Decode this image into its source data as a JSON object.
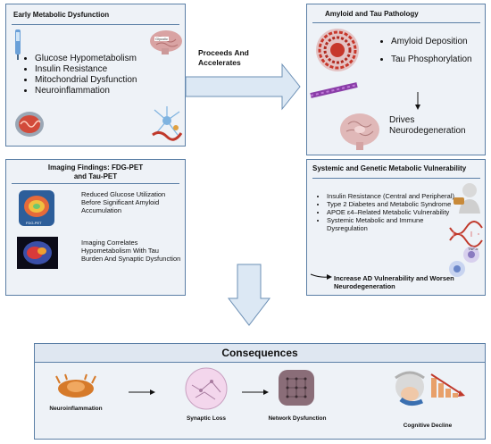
{
  "early": {
    "title": "Early Metabolic Dysfunction",
    "brain_label": "Glycolic",
    "items": [
      "Glucose Hypometabolism",
      "Insulin Resistance",
      "Mitochondrial Dysfunction",
      "Neuroinflammation"
    ]
  },
  "connector": {
    "label": "Proceeds And Accelerates"
  },
  "amyloid": {
    "title": "Amyloid and Tau Pathology",
    "items": [
      "Amyloid Deposition",
      "Tau Phosphorylation"
    ],
    "outcome": "Drives Neurodegeneration"
  },
  "imaging": {
    "title": "Imaging Findings: FDG-PET and Tau-PET",
    "finding1": "Reduced Glucose Utilization Before Significant Amyloid Accumulation",
    "finding2": "Imaging Correlates Hypometabolism With Tau Burden And Synaptic Dysfunction",
    "scan1_label": "FDG-PET"
  },
  "systemic": {
    "title": "Systemic and Genetic Metabolic Vulnerability",
    "items": [
      "Insulin Resistance (Central and Peripheral)",
      "Type 2 Diabetes and Metabolic Syndrome",
      "APOE ε4–Related Metabolic Vulnerability",
      "Systemic Metabolic and Immune Dysregulation"
    ],
    "outcome": "Increase AD Vulnerability and Worsen Neurodegeneration",
    "cell_label": "TNF-α"
  },
  "consequences": {
    "title": "Consequences",
    "steps": [
      "Neuroinflammation",
      "Synaptic Loss",
      "Network Dysfunction",
      "Cognitive Decline"
    ]
  }
}
